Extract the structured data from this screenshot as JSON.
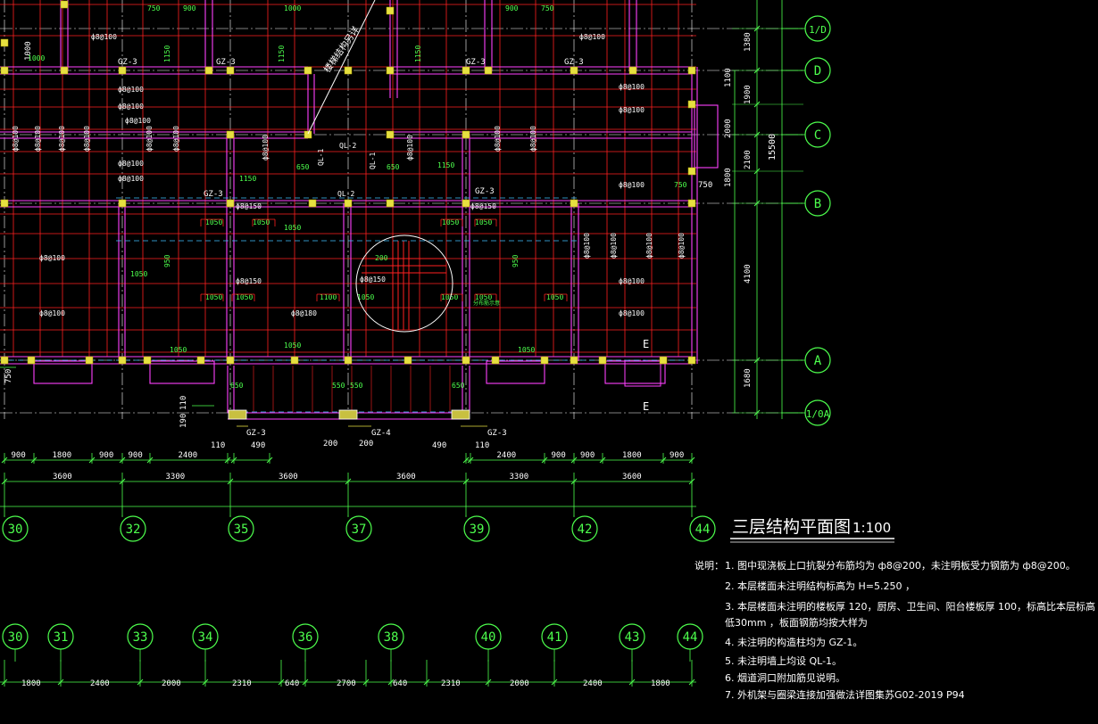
{
  "drawing": {
    "title": "三层结构平面图",
    "scale": "1:100"
  },
  "row_axes": [
    "1/D",
    "D",
    "C",
    "B",
    "A",
    "1/0A"
  ],
  "col_axes_top": [
    "30",
    "32",
    "35",
    "37",
    "39",
    "42",
    "44"
  ],
  "col_axes_bottom": [
    "30",
    "31",
    "33",
    "34",
    "36",
    "38",
    "40",
    "41",
    "43",
    "44"
  ],
  "dims_top_row1": [
    "900",
    "1800",
    "900",
    "900",
    "2400",
    "110",
    "490",
    "200",
    "200",
    "490",
    "110",
    "2400",
    "900",
    "900",
    "1800",
    "900"
  ],
  "dims_top_row2": [
    "3600",
    "3300",
    "3600",
    "3600",
    "3300",
    "3600"
  ],
  "dims_bottom": [
    "1800",
    "2400",
    "2000",
    "2310",
    "640",
    "2700",
    "640",
    "2310",
    "2000",
    "2400",
    "1800"
  ],
  "dims_right_inner": [
    "1380",
    "1100",
    "1900",
    "2000",
    "2100",
    "1800",
    "4100",
    "1680"
  ],
  "dims_right_total": "15500",
  "dims_right_small": [
    "750",
    "750"
  ],
  "dims_left": [
    "1000",
    "750",
    "190",
    "110"
  ],
  "labels": {
    "gz3": "GZ-3",
    "gz4": "GZ-4",
    "ql1": "QL-1",
    "ql2": "QL-2",
    "e": "E",
    "slab_note": "楼梯结构另详",
    "detail_note": "分布筋示意"
  },
  "rebar": [
    "ф8@100",
    "ф8@150",
    "ф8@180",
    "ф8@200"
  ],
  "green_dims": [
    "750",
    "900",
    "1000",
    "1150",
    "650",
    "1050",
    "950",
    "1100",
    "550",
    "200"
  ],
  "notes": {
    "header": "说明：",
    "items": [
      "1. 图中现浇板上口抗裂分布筋均为      ф8@200，未注明板受力钢筋为    ф8@200。",
      "2. 本层楼面未注明结构标高为        H=5.250 ，",
      "3. 本层楼面未注明的楼板厚     120，厨房、卫生间、阳台楼板厚     100，标高比本层标高",
      "    低30mm ，板面钢筋均按大样为",
      "4. 未注明的构造柱均为     GZ-1。",
      "5. 未注明墙上均设    QL-1。",
      "6. 烟道洞口附加筋见说明。",
      "7. 外机架与圈梁连接加强做法详图集苏G02-2019  P94"
    ]
  },
  "colors": {
    "background": "#000000",
    "axis": "#4dff4d",
    "beam": "#ff2020",
    "wall": "#ff40ff",
    "column": "#e6e040",
    "dash": "#40c0ff",
    "text": "#ffffff"
  }
}
